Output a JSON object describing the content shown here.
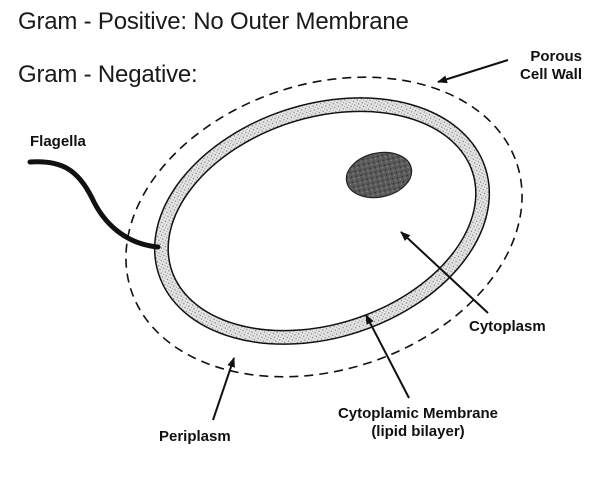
{
  "headings": {
    "gram_positive": "Gram - Positive: No Outer Membrane",
    "gram_negative": "Gram - Negative:"
  },
  "labels": {
    "porous_cell_wall_line1": "Porous",
    "porous_cell_wall_line2": "Cell Wall",
    "flagella": "Flagella",
    "cytoplasm": "Cytoplasm",
    "periplasm": "Periplasm",
    "cytoplasmic_membrane_line1": "Cytoplamic Membrane",
    "cytoplasmic_membrane_line2": "(lipid bilayer)"
  },
  "colors": {
    "ink": "#111111",
    "membrane_fill": "#d9d9d9",
    "nucleoid_fill": "#555555"
  }
}
